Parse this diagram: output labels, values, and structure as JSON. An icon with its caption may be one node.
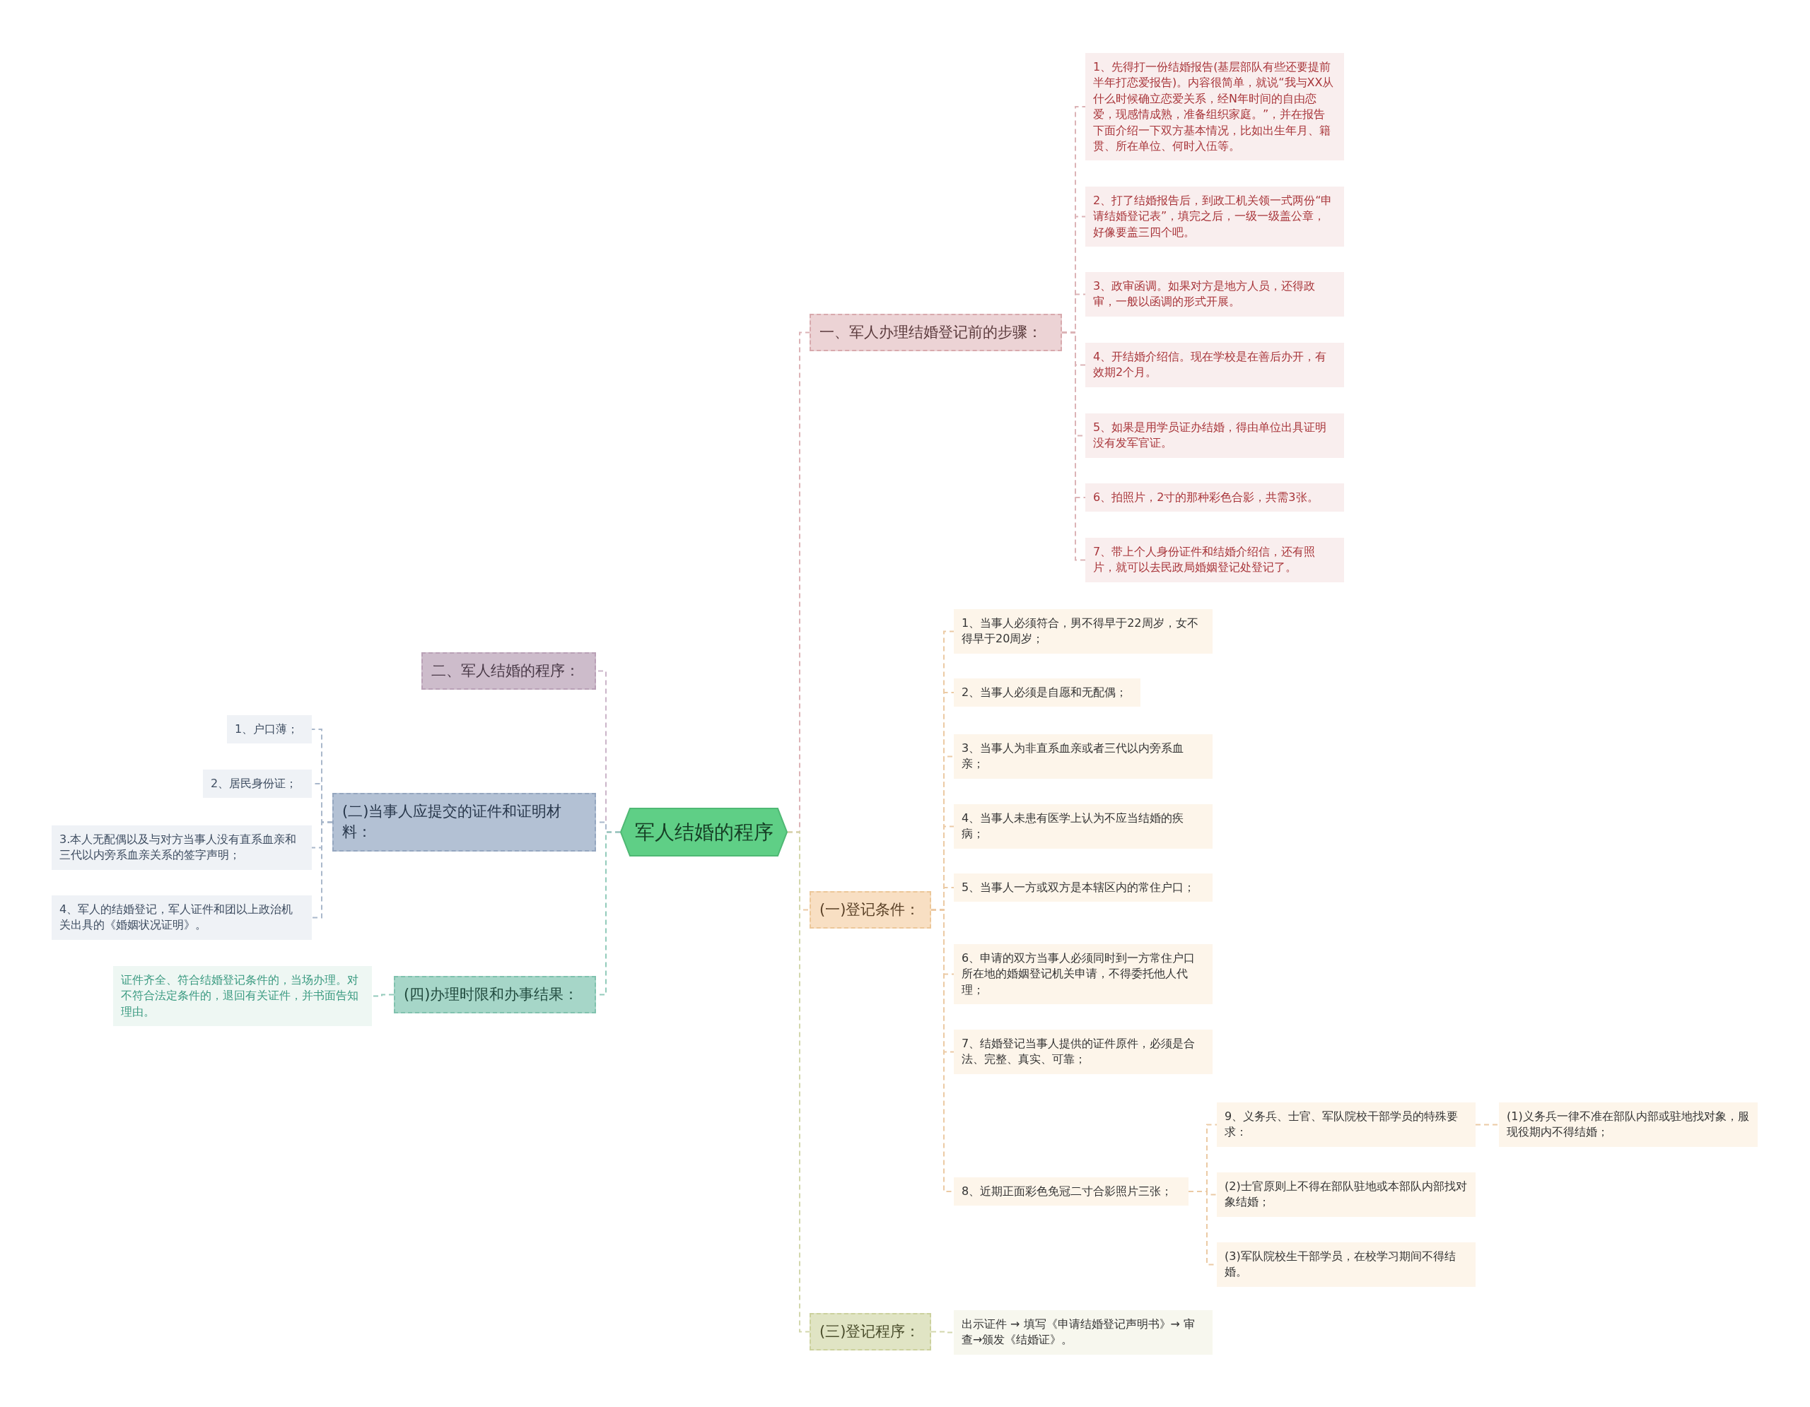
{
  "diagram": {
    "nodes": [
      {
        "text": [
          "军人结婚的程序"
        ]
      },
      {
        "text": [
          "一、军人办理结婚登记前的步骤："
        ]
      },
      {
        "text": [
          "1、先得打一份结婚报告(基层部队有些还要提前半年打恋爱报告)。内容很简单，就说“我与XX从什么时候确立恋爱关系，经N年时间的自由恋爱，现感情成熟，准备组织家庭。”，并在报告下面介绍一下双方基本情况，比如出生年月、籍贯、所在单位、何时入伍等。"
        ]
      },
      {
        "text": [
          "2、打了结婚报告后，到政工机关领一式两份“申请结婚登记表”，填完之后，一级一级盖公章，好像要盖三四个吧。"
        ]
      },
      {
        "text": [
          "3、政审函调。如果对方是地方人员，还得政审，一般以函调的形式开展。"
        ]
      },
      {
        "text": [
          "4、开结婚介绍信。现在学校是在善后办开，有效期2个月。"
        ]
      },
      {
        "text": [
          "5、如果是用学员证办结婚，得由单位出具证明没有发军官证。"
        ]
      },
      {
        "text": [
          "6、拍照片，2寸的那种彩色合影，共需3张。"
        ]
      },
      {
        "text": [
          "7、带上个人身份证件和结婚介绍信，还有照片，就可以去民政局婚姻登记处登记了。"
        ]
      },
      {
        "text": [
          "(一)登记条件："
        ]
      },
      {
        "text": [
          "1、当事人必须符合，男不得早于22周岁，女不得早于20周岁；"
        ]
      },
      {
        "text": [
          "2、当事人必须是自愿和无配偶；"
        ]
      },
      {
        "text": [
          "3、当事人为非直系血亲或者三代以内旁系血亲；"
        ]
      },
      {
        "text": [
          "4、当事人未患有医学上认为不应当结婚的疾病；"
        ]
      },
      {
        "text": [
          "5、当事人一方或双方是本辖区内的常住户口；"
        ]
      },
      {
        "text": [
          "6、申请的双方当事人必须同时到一方常住户口所在地的婚姻登记机关申请，不得委托他人代理；"
        ]
      },
      {
        "text": [
          "7、结婚登记当事人提供的证件原件，必须是合法、完整、真实、可靠；"
        ]
      },
      {
        "text": [
          "8、近期正面彩色免冠二寸合影照片三张；"
        ]
      },
      {
        "text": [
          "9、义务兵、士官、军队院校干部学员的特殊要求："
        ]
      },
      {
        "text": [
          "(1)义务兵一律不准在部队内部或驻地找对象，服现役期内不得结婚；"
        ]
      },
      {
        "text": [
          "(2)士官原则上不得在部队驻地或本部队内部找对象结婚；"
        ]
      },
      {
        "text": [
          "(3)军队院校生干部学员，在校学习期间不得结婚。"
        ]
      },
      {
        "text": [
          "(三)登记程序："
        ]
      },
      {
        "text": [
          "出示证件 → 填写《申请结婚登记声明书》→ 审查→颁发《结婚证》。"
        ]
      },
      {
        "text": [
          "二、军人结婚的程序："
        ]
      },
      {
        "text": [
          "(二)当事人应提交的证件和证明材料："
        ]
      },
      {
        "text": [
          "1、户口薄；"
        ]
      },
      {
        "text": [
          "2、居民身份证；"
        ]
      },
      {
        "text": [
          "3.本人无配偶以及与对方当事人没有直系血亲和三代以内旁系血亲关系的签字声明；"
        ]
      },
      {
        "text": [
          "4、军人的结婚登记，军人证件和团以上政治机关出具的《婚姻状况证明》。"
        ]
      },
      {
        "text": [
          "(四)办理时限和办事结果："
        ]
      },
      {
        "text": [
          "证件齐全、符合结婚登记条件的，当场办理。对不符合法定条件的，退回有关证件，并书面告知理由。"
        ]
      }
    ],
    "edges": [
      {
        "from": 0,
        "to": 1,
        "arrow": "none",
        "style": "dashed",
        "color": "#dcb3b6"
      },
      {
        "from": 1,
        "to": 2,
        "arrow": "none",
        "style": "dashed",
        "color": "#dcb3b6"
      },
      {
        "from": 1,
        "to": 3,
        "arrow": "none",
        "style": "dashed",
        "color": "#dcb3b6"
      },
      {
        "from": 1,
        "to": 4,
        "arrow": "none",
        "style": "dashed",
        "color": "#dcb3b6"
      },
      {
        "from": 1,
        "to": 5,
        "arrow": "none",
        "style": "dashed",
        "color": "#dcb3b6"
      },
      {
        "from": 1,
        "to": 6,
        "arrow": "none",
        "style": "dashed",
        "color": "#dcb3b6"
      },
      {
        "from": 1,
        "to": 7,
        "arrow": "none",
        "style": "dashed",
        "color": "#dcb3b6"
      },
      {
        "from": 1,
        "to": 8,
        "arrow": "none",
        "style": "dashed",
        "color": "#dcb3b6"
      },
      {
        "from": 0,
        "to": 9,
        "arrow": "none",
        "style": "dashed",
        "color": "#ebcaa4"
      },
      {
        "from": 9,
        "to": 10,
        "arrow": "none",
        "style": "dashed",
        "color": "#ebcaa4"
      },
      {
        "from": 9,
        "to": 11,
        "arrow": "none",
        "style": "dashed",
        "color": "#ebcaa4"
      },
      {
        "from": 9,
        "to": 12,
        "arrow": "none",
        "style": "dashed",
        "color": "#ebcaa4"
      },
      {
        "from": 9,
        "to": 13,
        "arrow": "none",
        "style": "dashed",
        "color": "#ebcaa4"
      },
      {
        "from": 9,
        "to": 14,
        "arrow": "none",
        "style": "dashed",
        "color": "#ebcaa4"
      },
      {
        "from": 9,
        "to": 15,
        "arrow": "none",
        "style": "dashed",
        "color": "#ebcaa4"
      },
      {
        "from": 9,
        "to": 16,
        "arrow": "none",
        "style": "dashed",
        "color": "#ebcaa4"
      },
      {
        "from": 9,
        "to": 17,
        "arrow": "none",
        "style": "dashed",
        "color": "#ebcaa4"
      },
      {
        "from": 17,
        "to": 18,
        "arrow": "none",
        "style": "dashed",
        "color": "#ebcaa4"
      },
      {
        "from": 18,
        "to": 19,
        "arrow": "none",
        "style": "dashed",
        "color": "#ebcaa4"
      },
      {
        "from": 17,
        "to": 20,
        "arrow": "none",
        "style": "dashed",
        "color": "#ebcaa4"
      },
      {
        "from": 17,
        "to": 21,
        "arrow": "none",
        "style": "dashed",
        "color": "#ebcaa4"
      },
      {
        "from": 0,
        "to": 22,
        "arrow": "none",
        "style": "dashed",
        "color": "#d3d7ad"
      },
      {
        "from": 22,
        "to": 23,
        "arrow": "none",
        "style": "dashed",
        "color": "#d3d7ad"
      },
      {
        "from": 0,
        "to": 24,
        "arrow": "none",
        "style": "dashed",
        "color": "#cbb5c9"
      },
      {
        "from": 0,
        "to": 25,
        "arrow": "none",
        "style": "dashed",
        "color": "#a9b8cb"
      },
      {
        "from": 25,
        "to": 26,
        "arrow": "none",
        "style": "dashed",
        "color": "#a9b8cb"
      },
      {
        "from": 25,
        "to": 27,
        "arrow": "none",
        "style": "dashed",
        "color": "#a9b8cb"
      },
      {
        "from": 25,
        "to": 28,
        "arrow": "none",
        "style": "dashed",
        "color": "#a9b8cb"
      },
      {
        "from": 25,
        "to": 29,
        "arrow": "none",
        "style": "dashed",
        "color": "#a9b8cb"
      },
      {
        "from": 0,
        "to": 30,
        "arrow": "none",
        "style": "dashed",
        "color": "#93cbbb"
      },
      {
        "from": 30,
        "to": 31,
        "arrow": "none",
        "style": "dashed",
        "color": "#93cbbb"
      }
    ]
  }
}
